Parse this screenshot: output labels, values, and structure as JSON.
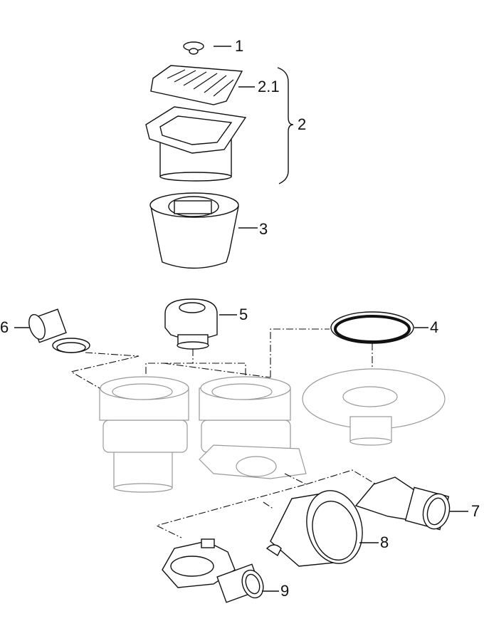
{
  "callouts": [
    {
      "id": "1",
      "label": "1"
    },
    {
      "id": "2.1",
      "label": "2.1"
    },
    {
      "id": "2",
      "label": "2"
    },
    {
      "id": "3",
      "label": "3"
    },
    {
      "id": "4",
      "label": "4"
    },
    {
      "id": "5",
      "label": "5"
    },
    {
      "id": "6",
      "label": "6"
    },
    {
      "id": "7",
      "label": "7"
    },
    {
      "id": "8",
      "label": "8"
    },
    {
      "id": "9",
      "label": "9"
    }
  ]
}
